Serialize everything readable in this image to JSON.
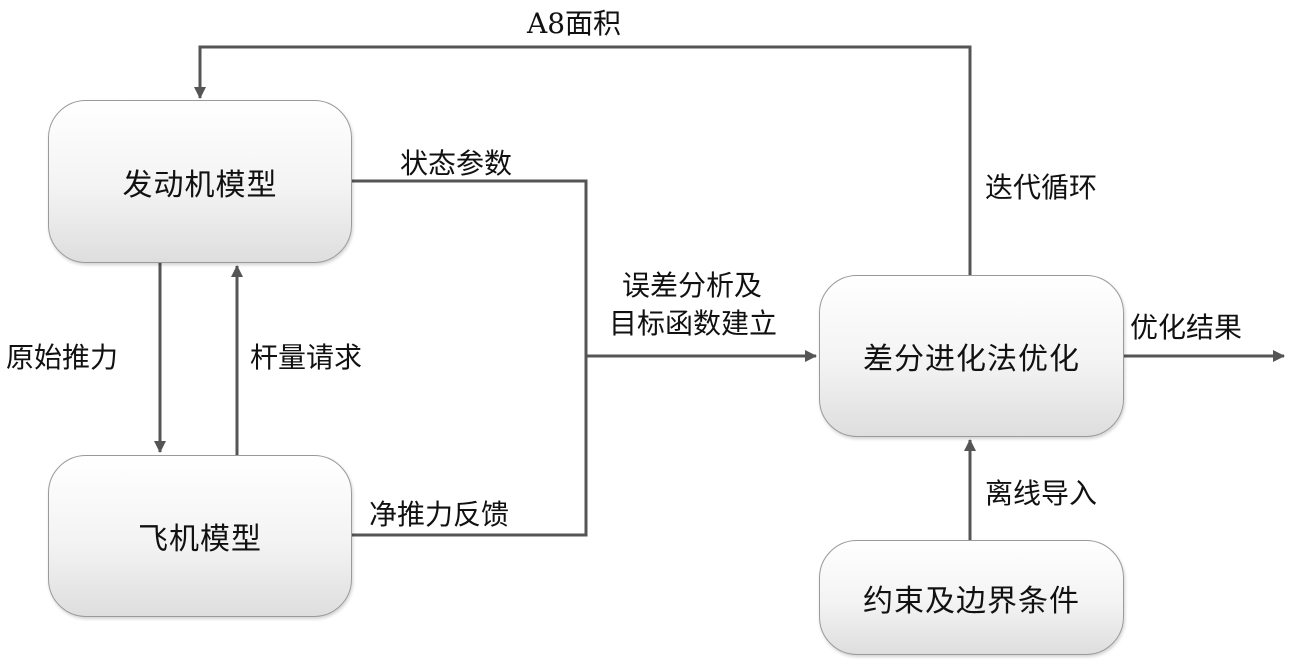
{
  "nodes": {
    "engine_model": "发动机模型",
    "aircraft_model": "飞机模型",
    "de_optimization": "差分进化法优化",
    "constraints": "约束及边界条件"
  },
  "edges": {
    "a8_area": "A8面积",
    "state_params": "状态参数",
    "iteration_loop": "迭代循环",
    "error_analysis_line1": "误差分析及",
    "error_analysis_line2": "目标函数建立",
    "optimization_result": "优化结果",
    "raw_thrust": "原始推力",
    "stick_request": "杆量请求",
    "net_thrust_feedback": "净推力反馈",
    "offline_import": "离线导入"
  },
  "colors": {
    "line": "#555555",
    "box_border": "#9a9a9a"
  }
}
